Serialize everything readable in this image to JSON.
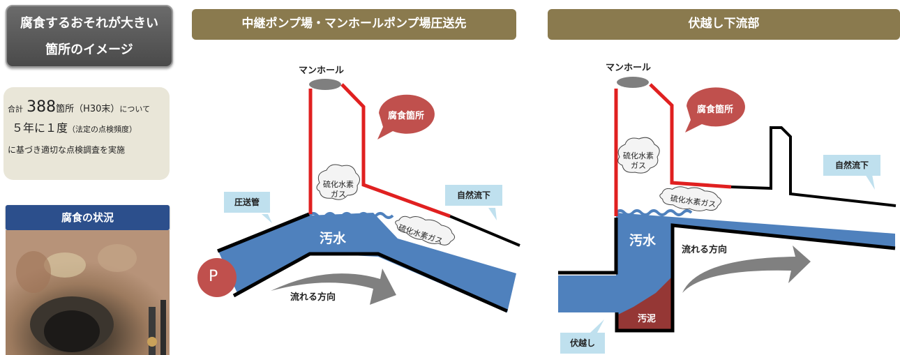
{
  "sidebar": {
    "title_line1": "腐食するおそれが大きい",
    "title_line2": "箇所のイメージ",
    "info": {
      "prefix": "合計",
      "count": "388",
      "count_suffix": "箇所（H30末）",
      "count_after": "について",
      "freq_main": "５年に１度",
      "freq_note": "（法定の点検頻度）",
      "line3": "に基づき適切な点検調査を実施"
    },
    "status_title": "腐食の状況"
  },
  "panel_left": {
    "header": "中継ポンプ場・マンホールポンプ場圧送先",
    "manhole": "マンホール",
    "corrosion": "腐食箇所",
    "gas": "硫化水素\nガス",
    "gas_line1": "硫化水素",
    "gas_line2": "ガス",
    "gas_flow": "硫化水素ガス",
    "pressure_pipe": "圧送管",
    "natural_flow": "自然流下",
    "sewage": "汚水",
    "flow_dir": "流れる方向",
    "pump": "P"
  },
  "panel_right": {
    "header": "伏越し下流部",
    "manhole": "マンホール",
    "corrosion": "腐食箇所",
    "gas_line1": "硫化水素",
    "gas_line2": "ガス",
    "gas_flow": "硫化水素ガス",
    "natural_flow": "自然流下",
    "sewage": "汚水",
    "flow_dir": "流れる方向",
    "sludge": "汚泥",
    "siphon": "伏越し"
  },
  "colors": {
    "header_bg": "#8a7a4e",
    "water": "#4f81bd",
    "corrosion_red": "#e02020",
    "bubble_red": "#c0504d",
    "sludge": "#953735",
    "tag_bg": "#bfe0ee"
  }
}
